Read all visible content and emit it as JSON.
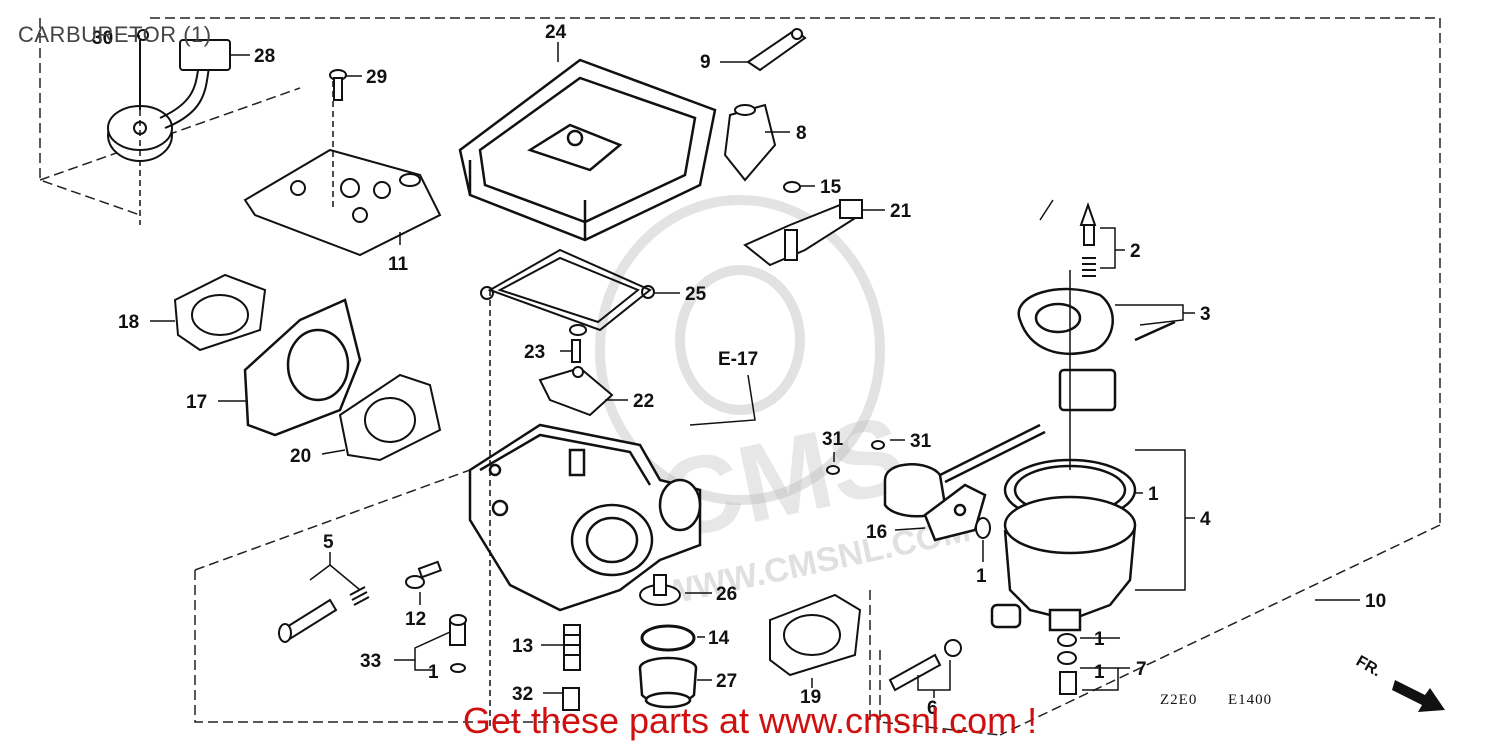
{
  "header": {
    "title": "CARBURETOR (1)"
  },
  "footer": {
    "cta": "Get these parts at www.cmsnl.com !"
  },
  "codes": {
    "left": "Z2E0",
    "right": "E1400"
  },
  "ref_label": "E-17",
  "direction_label": "FR.",
  "watermark": {
    "brand": "CMS",
    "url": "WWW.CMSNL.COM"
  },
  "callouts": [
    {
      "id": "c30",
      "text": "30"
    },
    {
      "id": "c28",
      "text": "28"
    },
    {
      "id": "c29",
      "text": "29"
    },
    {
      "id": "c24",
      "text": "24"
    },
    {
      "id": "c9",
      "text": "9"
    },
    {
      "id": "c8",
      "text": "8"
    },
    {
      "id": "c15",
      "text": "15"
    },
    {
      "id": "c21",
      "text": "21"
    },
    {
      "id": "c11",
      "text": "11"
    },
    {
      "id": "c2",
      "text": "2"
    },
    {
      "id": "c3",
      "text": "3"
    },
    {
      "id": "c18",
      "text": "18"
    },
    {
      "id": "c25",
      "text": "25"
    },
    {
      "id": "c23",
      "text": "23"
    },
    {
      "id": "c17",
      "text": "17"
    },
    {
      "id": "c22",
      "text": "22"
    },
    {
      "id": "c20",
      "text": "20"
    },
    {
      "id": "c31a",
      "text": "31"
    },
    {
      "id": "c31b",
      "text": "31"
    },
    {
      "id": "c1a",
      "text": "1"
    },
    {
      "id": "c4",
      "text": "4"
    },
    {
      "id": "c16",
      "text": "16"
    },
    {
      "id": "c1b",
      "text": "1"
    },
    {
      "id": "c5",
      "text": "5"
    },
    {
      "id": "c26",
      "text": "26"
    },
    {
      "id": "c12",
      "text": "12"
    },
    {
      "id": "c14",
      "text": "14"
    },
    {
      "id": "c10",
      "text": "10"
    },
    {
      "id": "c13",
      "text": "13"
    },
    {
      "id": "c33",
      "text": "33"
    },
    {
      "id": "c1c",
      "text": "1"
    },
    {
      "id": "c27",
      "text": "27"
    },
    {
      "id": "c1d",
      "text": "1"
    },
    {
      "id": "c7",
      "text": "7"
    },
    {
      "id": "c1e",
      "text": "1"
    },
    {
      "id": "c32",
      "text": "32"
    },
    {
      "id": "c19",
      "text": "19"
    },
    {
      "id": "c6",
      "text": "6"
    }
  ]
}
